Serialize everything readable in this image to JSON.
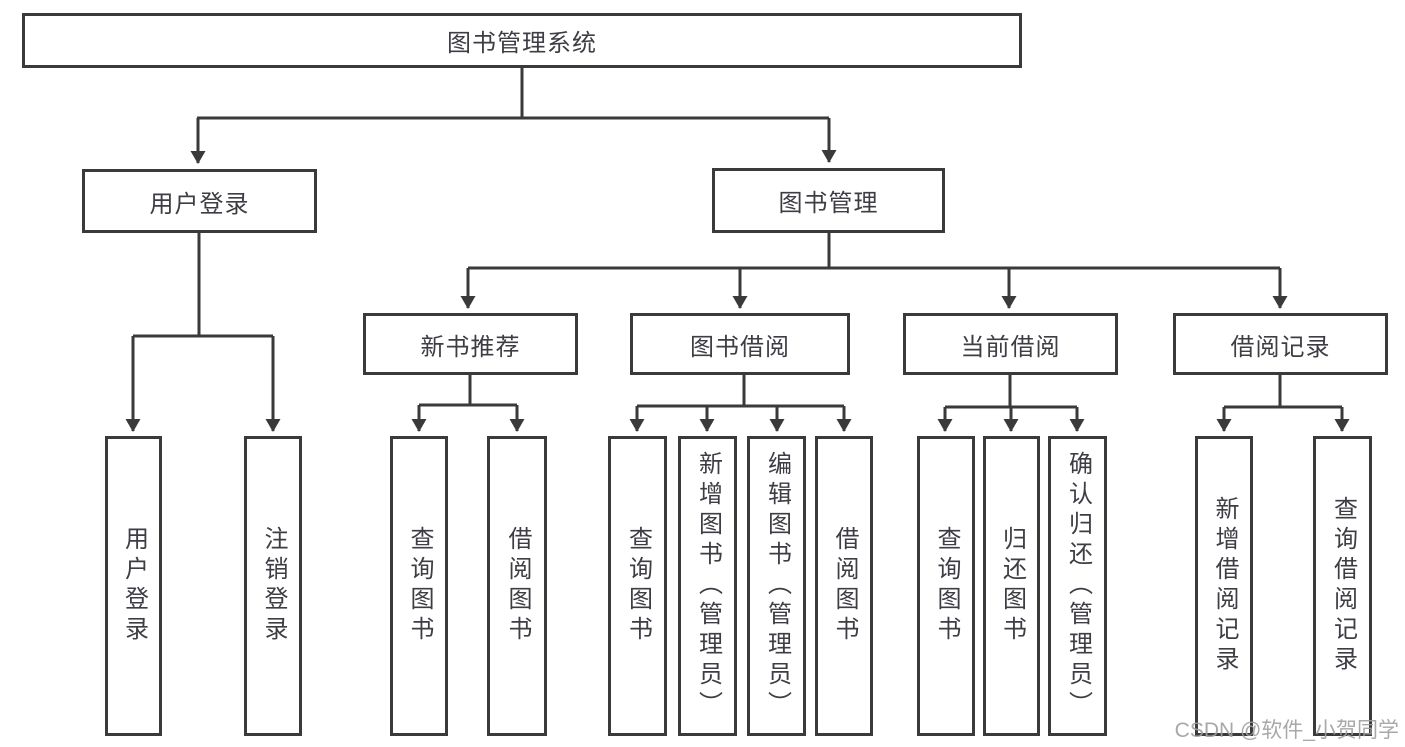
{
  "diagram": {
    "root": {
      "label": "图书管理系统"
    },
    "branches": [
      {
        "label": "用户登录",
        "leaves": [
          "用户登录",
          "注销登录"
        ]
      },
      {
        "label": "图书管理",
        "groups": [
          {
            "label": "新书推荐",
            "leaves": [
              "查询图书",
              "借阅图书"
            ]
          },
          {
            "label": "图书借阅",
            "leaves": [
              "查询图书",
              "新增图书（管理员）",
              "编辑图书（管理员）",
              "借阅图书"
            ]
          },
          {
            "label": "当前借阅",
            "leaves": [
              "查询图书",
              "归还图书",
              "确认归还（管理员）"
            ]
          },
          {
            "label": "借阅记录",
            "leaves": [
              "新增借阅记录",
              "查询借阅记录"
            ]
          }
        ]
      }
    ]
  },
  "colors": {
    "line": "#3a3a3a",
    "text": "#3d3d44",
    "watermark": "#9e9ea0"
  },
  "watermark": {
    "text": "CSDN @软件_小贺同学"
  }
}
